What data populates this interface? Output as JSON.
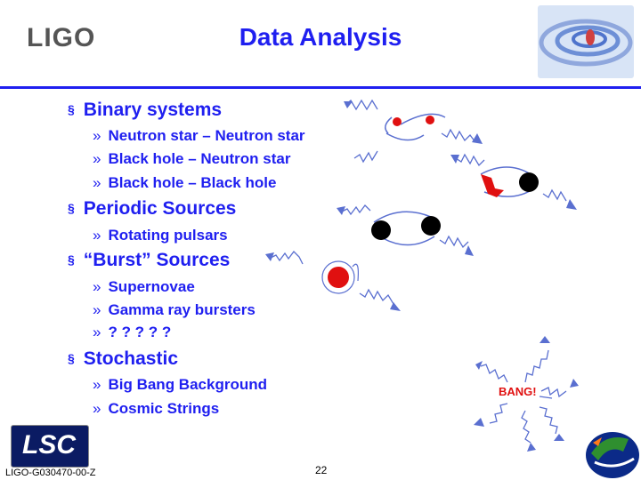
{
  "header": {
    "logo": "LIGO",
    "title": "Data Analysis"
  },
  "bullets": [
    {
      "label": "Binary systems",
      "items": [
        "Neutron star – Neutron star",
        "Black hole – Neutron star",
        "Black hole – Black hole"
      ]
    },
    {
      "label": "Periodic Sources",
      "items": [
        "Rotating pulsars"
      ]
    },
    {
      "label": "“Burst” Sources",
      "items": [
        "Supernovae",
        "Gamma ray bursters",
        "? ? ? ? ?"
      ]
    },
    {
      "label": "Stochastic",
      "items": [
        "Big Bang Background",
        "Cosmic Strings"
      ]
    }
  ],
  "markers": {
    "level1": "§",
    "level2": "»"
  },
  "illustration": {
    "bang_label": "BANG!"
  },
  "footer": {
    "lsc_logo": "LSC",
    "doc_id": "LIGO-G030470-00-Z",
    "page_number": "22"
  },
  "colors": {
    "accent": "#1f1ff0",
    "wave": "#5a6fd0",
    "star": "#e01010",
    "hole": "#000000"
  }
}
